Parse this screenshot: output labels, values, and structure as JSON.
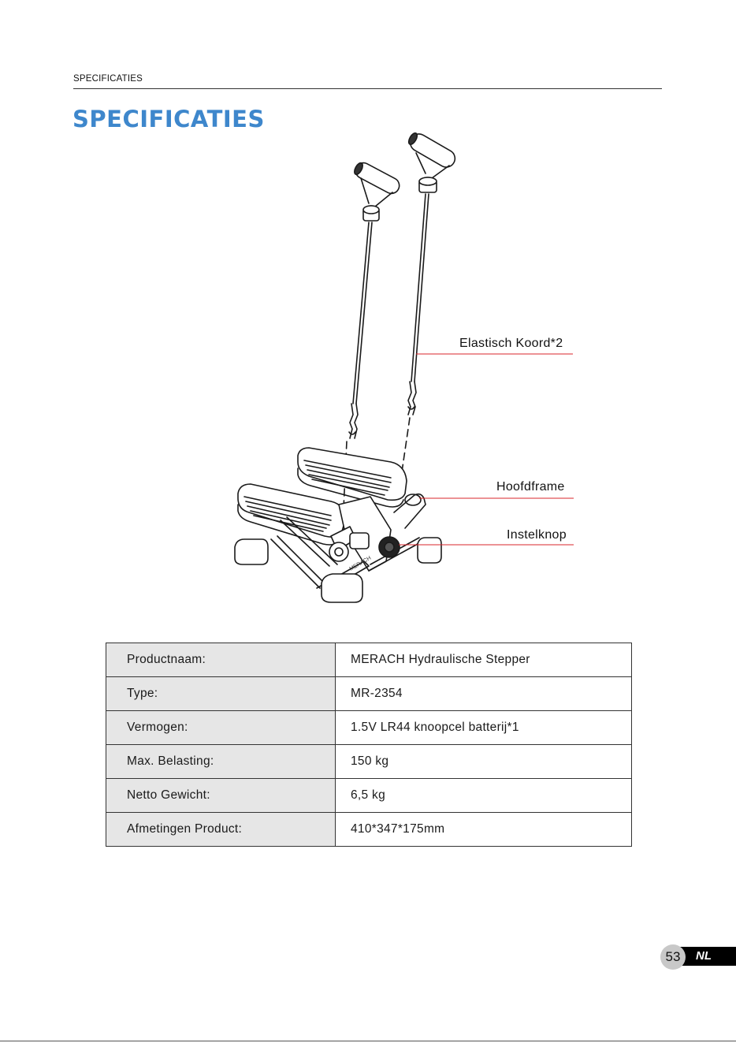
{
  "header": {
    "running_title": "SPECIFICATIES"
  },
  "page_title": "SPECIFICATIES",
  "callouts": [
    {
      "label": "Elastisch Koord*2"
    },
    {
      "label": "Hoofdframe"
    },
    {
      "label": "Instelknop"
    }
  ],
  "specs": [
    {
      "key": "Productnaam:",
      "value": "MERACH Hydraulische Stepper"
    },
    {
      "key": "Type:",
      "value": "MR-2354"
    },
    {
      "key": "Vermogen:",
      "value": "1.5V LR44 knoopcel batterij*1"
    },
    {
      "key": "Max. Belasting:",
      "value": "150 kg"
    },
    {
      "key": "Netto Gewicht:",
      "value": "6,5 kg"
    },
    {
      "key": "Afmetingen Product:",
      "value": "410*347*175mm"
    }
  ],
  "footer": {
    "page_number": "53",
    "language": "NL"
  },
  "brand_mark": "MERACH",
  "colors": {
    "title_blue": "#3e87cc",
    "callout_red": "#d9252b",
    "table_key_bg": "#e6e6e6"
  }
}
